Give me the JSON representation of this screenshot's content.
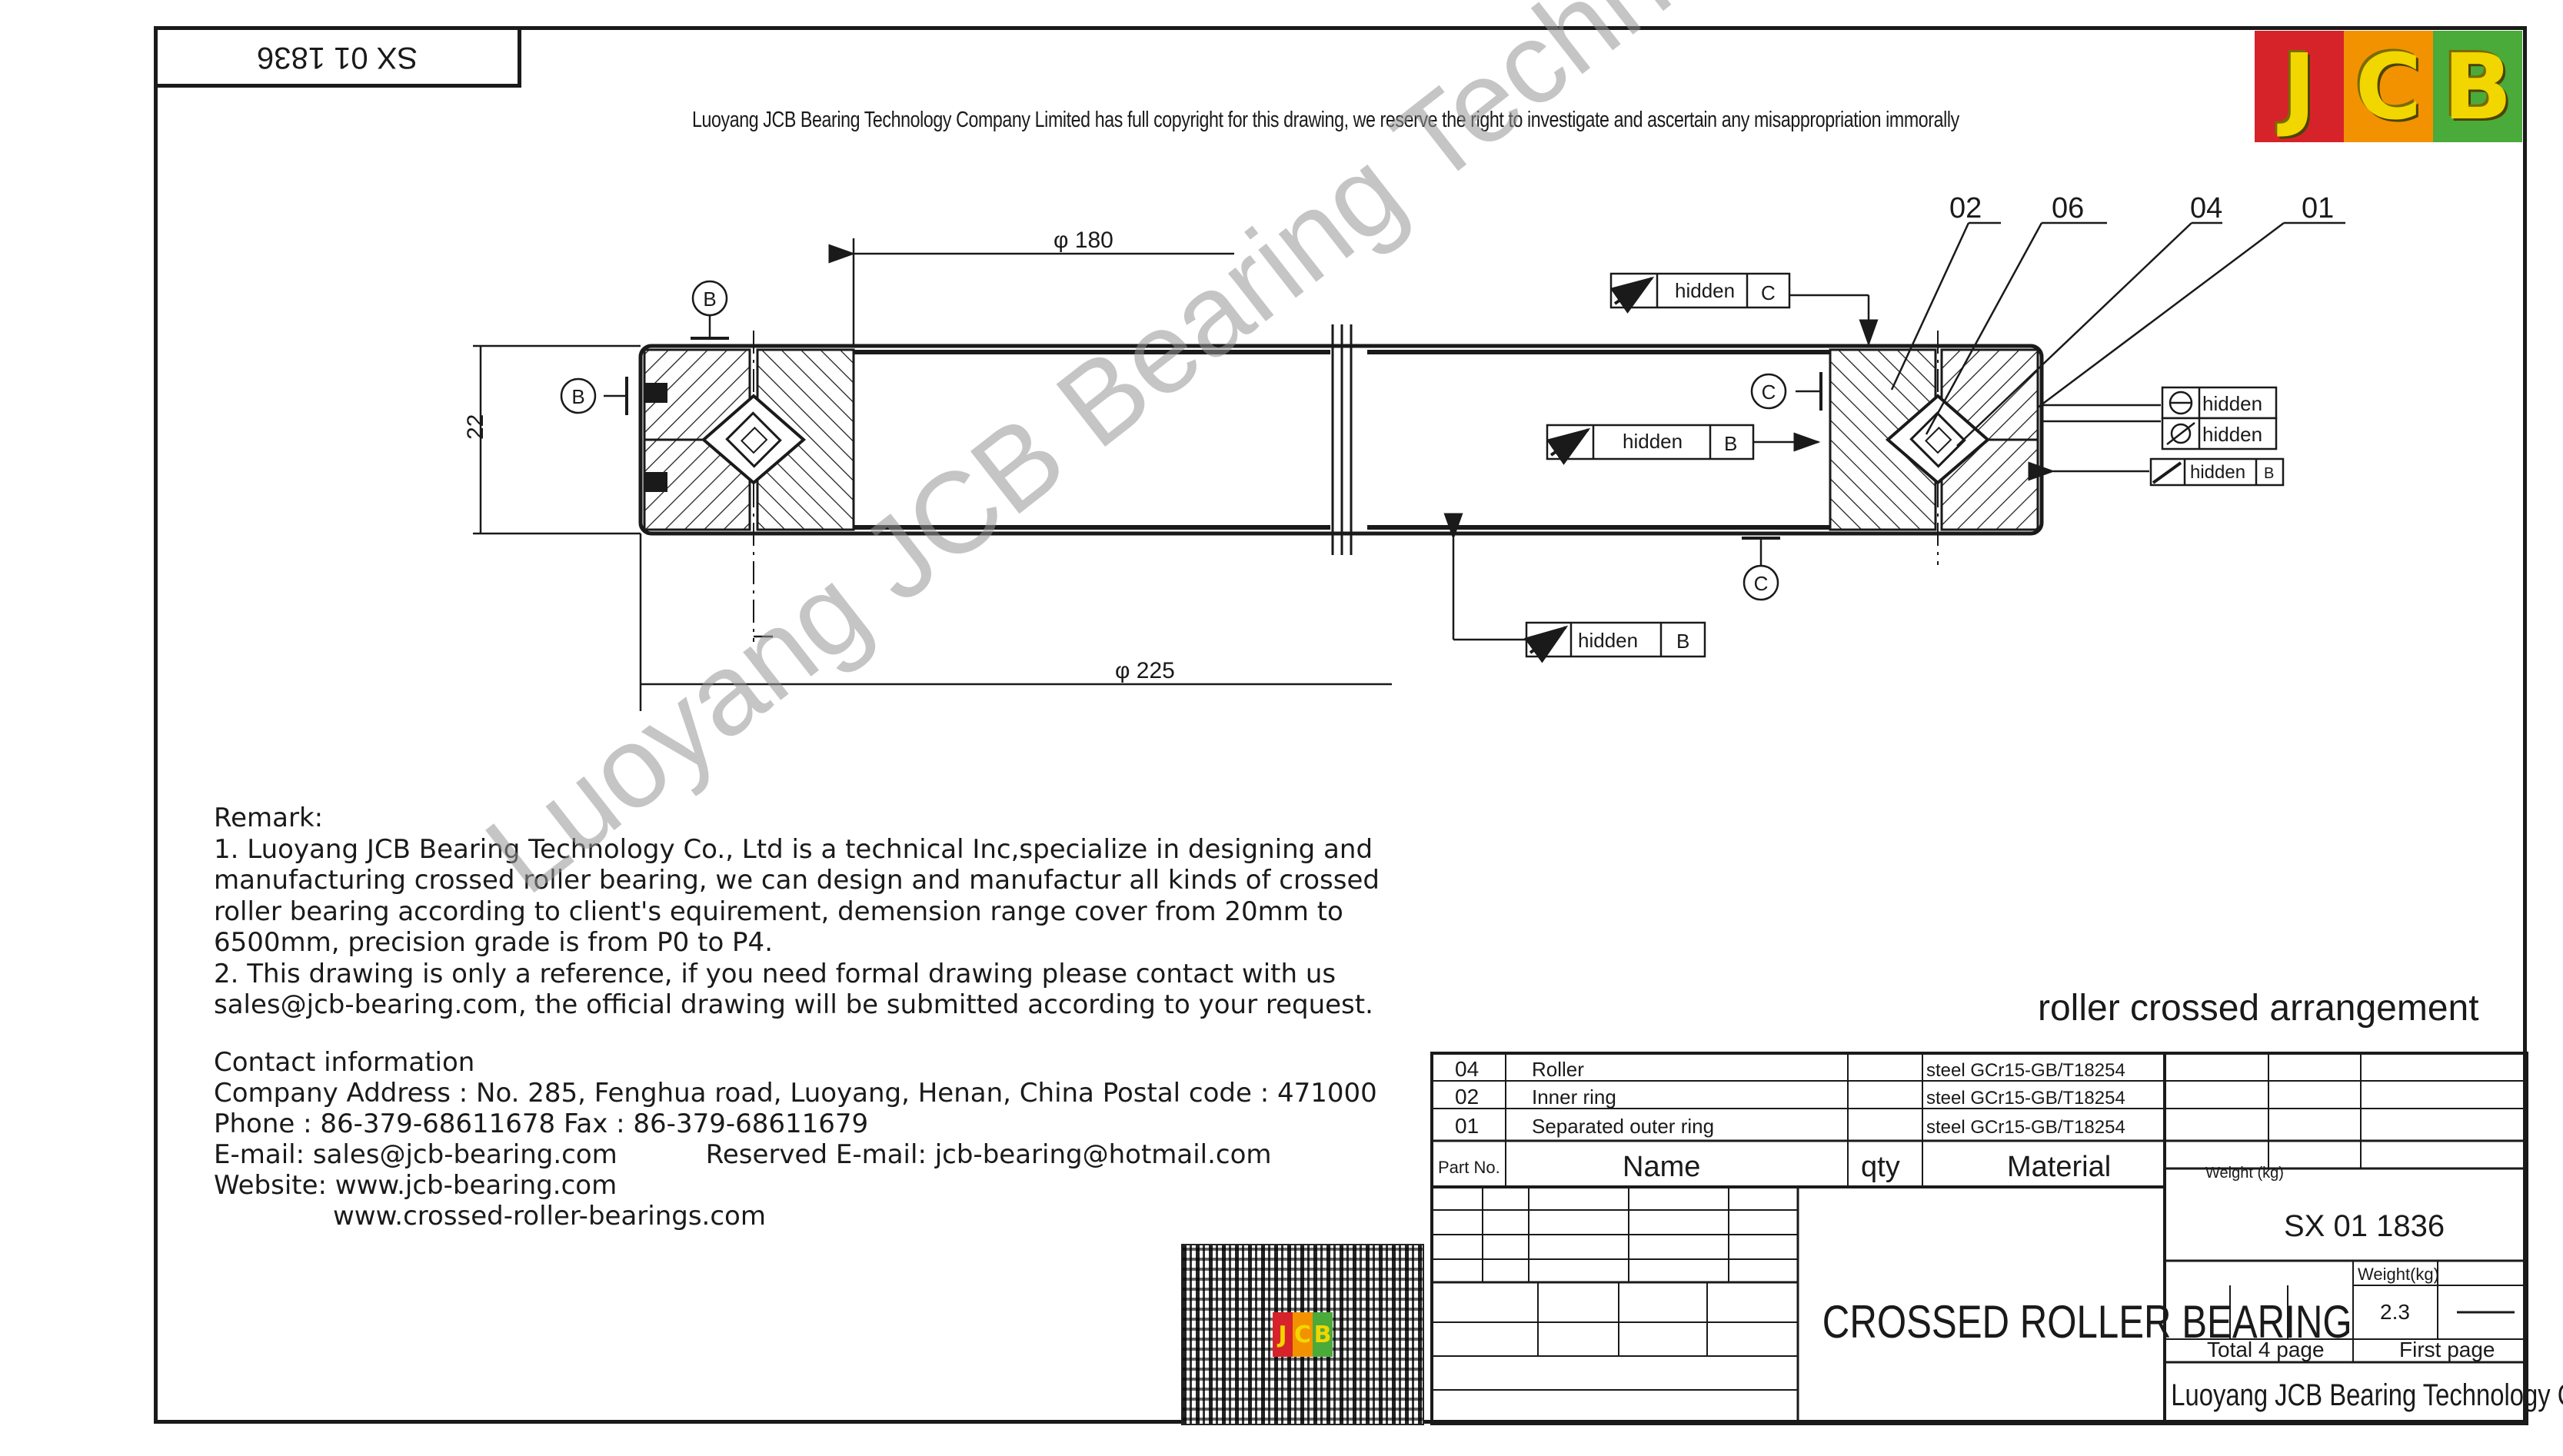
{
  "drawing_number": "SX 01 1836",
  "logo": {
    "letters": [
      "J",
      "C",
      "B"
    ],
    "colors": [
      "#d6232a",
      "#f29200",
      "#4aaa3a"
    ]
  },
  "copyright": "Luoyang JCB Bearing Technology Company Limited has full copyright for this drawing, we reserve the right to investigate and ascertain any misappropriation immorally",
  "watermark": "Luoyang JCB Bearing Technology Co., Ltd",
  "dimensions": {
    "bore": "φ 180",
    "outer": "φ 225",
    "height": "22"
  },
  "part_callouts": [
    "02",
    "06",
    "04",
    "01"
  ],
  "datums": {
    "b": "B",
    "c": "C"
  },
  "tolerance_frames": {
    "hidden": "hidden",
    "ref_c": "C",
    "ref_b": "B"
  },
  "remark": {
    "title": "Remark:",
    "lines": [
      "1. Luoyang JCB Bearing Technology Co., Ltd is a technical Inc,specialize in designing and",
      "manufacturing crossed roller bearing, we can design and manufactur all kinds of crossed",
      "roller bearing according to client's equirement, demension range cover from 20mm to",
      "6500mm, precision grade is from P0 to P4.",
      "2. This drawing is only a reference, if you need formal drawing please contact with us",
      "sales@jcb-bearing.com, the official drawing will be submitted according to your request."
    ]
  },
  "contact": {
    "title": "Contact information",
    "address": "Company Address :  No. 285, Fenghua road, Luoyang, Henan, China  Postal code : 471000",
    "phone": "Phone : 86-379-68611678 Fax : 86-379-68611679",
    "email": "E-mail: sales@jcb-bearing.com",
    "reserved_email": "Reserved E-mail: jcb-bearing@hotmail.com",
    "website_label": "Website: www.jcb-bearing.com",
    "website2": "www.crossed-roller-bearings.com"
  },
  "arrangement": "roller crossed arrangement",
  "parts_table": {
    "rows": [
      {
        "no": "04",
        "name": "Roller",
        "material": "steel  GCr15-GB/T18254"
      },
      {
        "no": "02",
        "name": "Inner ring",
        "material": "steel  GCr15-GB/T18254"
      },
      {
        "no": "01",
        "name": "Separated outer ring",
        "material": "steel  GCr15-GB/T18254"
      }
    ],
    "headers": {
      "part_no": "Part No.",
      "name": "Name",
      "qty": "qty",
      "material": "Material",
      "weight": "Weight      (kg)"
    }
  },
  "title_block": {
    "product": "CROSSED ROLLER BEARING",
    "model": "SX 01 1836",
    "weight_label": "Weight(kg)",
    "weight_value": "2.3",
    "total_pages": "Total 4 page",
    "first_page": "First page",
    "company": "Luoyang JCB Bearing Technology Co., Ltd"
  }
}
